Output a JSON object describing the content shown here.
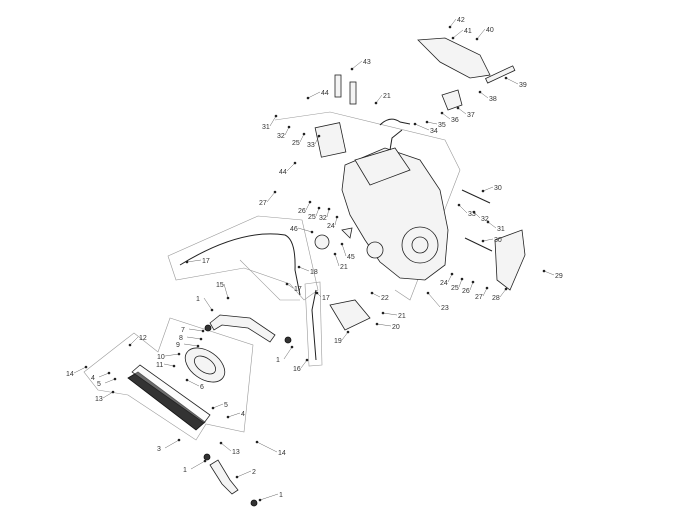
{
  "diagram": {
    "type": "exploded-parts-diagram",
    "callouts": [
      "42",
      "41",
      "40",
      "39",
      "38",
      "37",
      "36",
      "35",
      "34",
      "43",
      "44",
      "21",
      "31",
      "32",
      "25",
      "33",
      "44",
      "27",
      "26",
      "25",
      "32",
      "24",
      "46",
      "30",
      "33",
      "32",
      "31",
      "30",
      "29",
      "28",
      "27",
      "26",
      "25",
      "24",
      "23",
      "45",
      "21",
      "18",
      "17",
      "17",
      "17",
      "22",
      "21",
      "20",
      "19",
      "16",
      "15",
      "1",
      "1",
      "12",
      "7",
      "8",
      "9",
      "10",
      "11",
      "14",
      "4",
      "5",
      "13",
      "6",
      "5",
      "4",
      "13",
      "14",
      "3",
      "1",
      "2",
      "1"
    ]
  }
}
